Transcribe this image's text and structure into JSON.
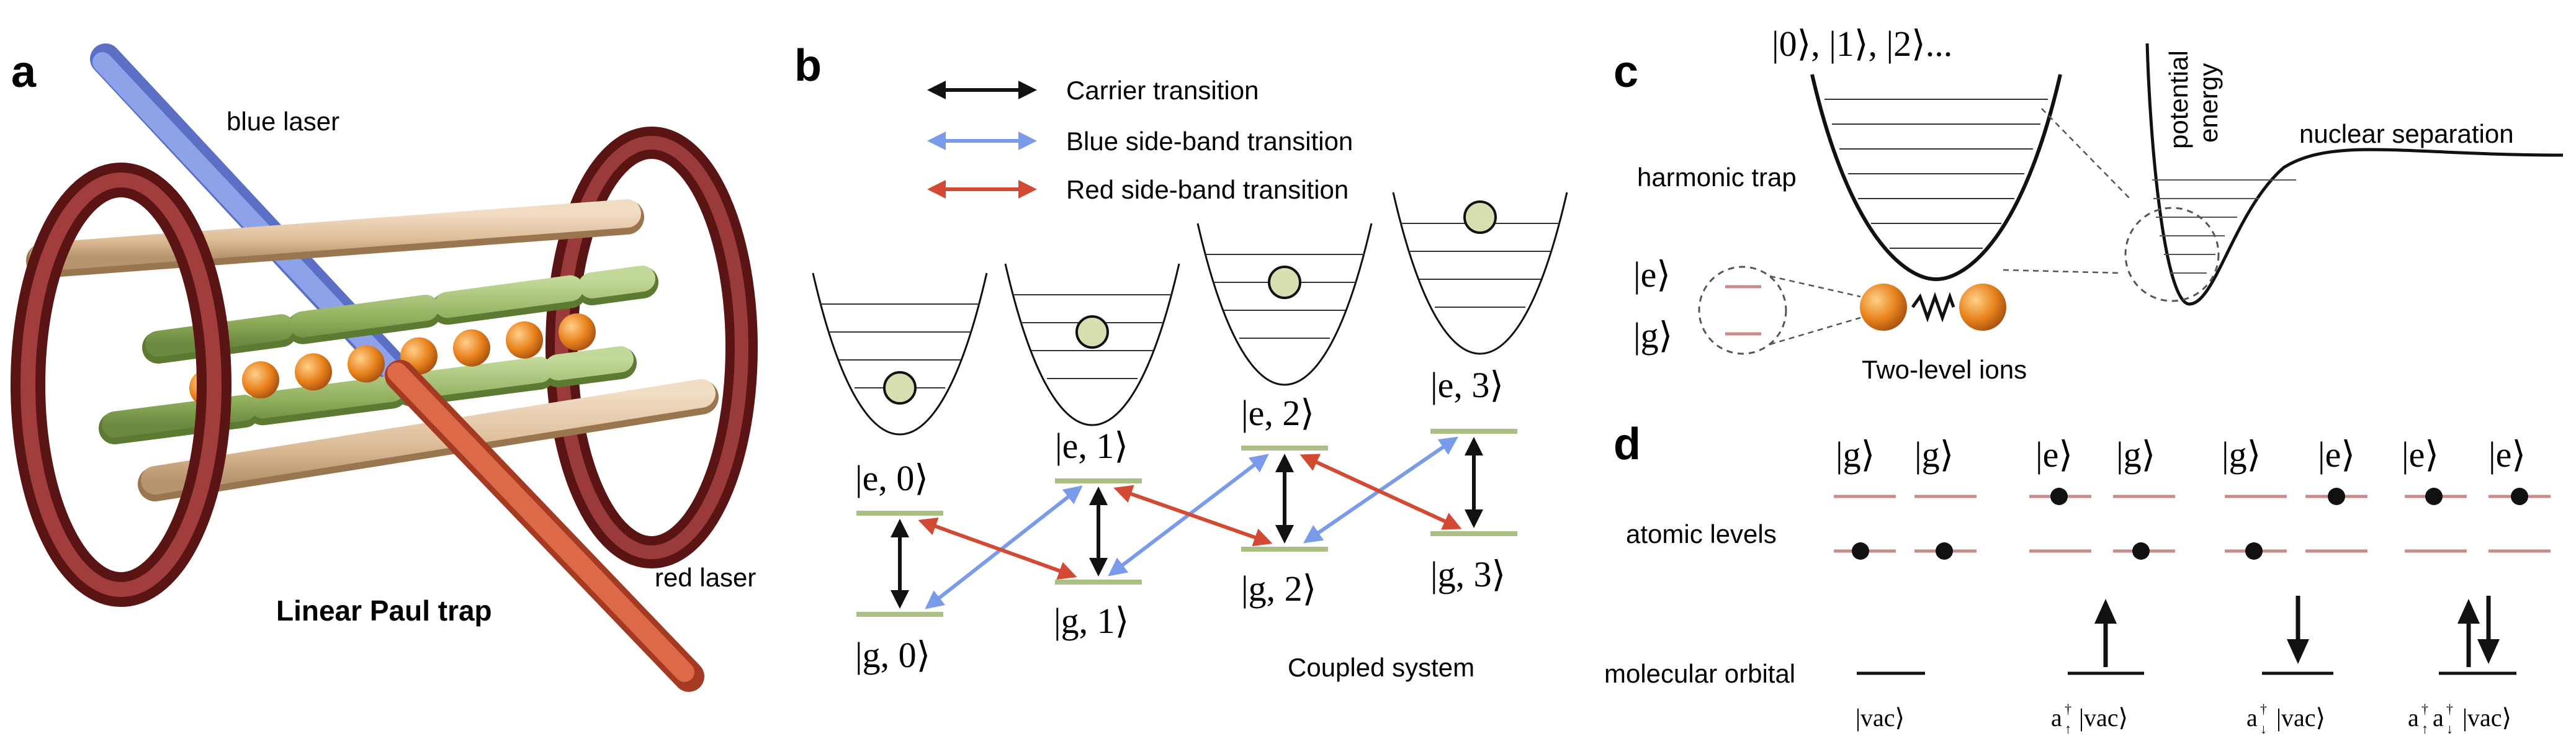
{
  "panels": {
    "a": {
      "letter": "a",
      "blue_laser": "blue laser",
      "red_laser": "red laser",
      "title": "Linear Paul trap"
    },
    "b": {
      "letter": "b",
      "legend": [
        {
          "label": "Carrier transition",
          "color": "#111111"
        },
        {
          "label": "Blue side-band transition",
          "color": "#7a9bea"
        },
        {
          "label": "Red side-band transition",
          "color": "#d24a33"
        }
      ],
      "upper_states": [
        "|e, 0⟩",
        "|e, 1⟩",
        "|e, 2⟩",
        "|e, 3⟩"
      ],
      "lower_states": [
        "|g, 0⟩",
        "|g, 1⟩",
        "|g, 2⟩",
        "|g, 3⟩"
      ],
      "caption": "Coupled system"
    },
    "c": {
      "letter": "c",
      "fock_states": "|0⟩, |1⟩, |2⟩...",
      "harmonic_trap": "harmonic trap",
      "e_level": "|e⟩",
      "g_level": "|g⟩",
      "two_level_ions": "Two-level ions",
      "potential_energy_1": "potential",
      "potential_energy_2": "energy",
      "nuclear_separation": "nuclear separation"
    },
    "d": {
      "letter": "d",
      "atomic_levels": "atomic levels",
      "molecular_orbital": "molecular orbital",
      "pairs": [
        {
          "left": "|g⟩",
          "right": "|g⟩",
          "state": "|vac⟩",
          "op": "",
          "op_sup": "",
          "op_sub": ""
        },
        {
          "left": "|e⟩",
          "right": "|g⟩",
          "state": "|vac⟩",
          "op": "a",
          "op_sup": "†",
          "op_sub": "↑"
        },
        {
          "left": "|g⟩",
          "right": "|e⟩",
          "state": "|vac⟩",
          "op": "a",
          "op_sup": "†",
          "op_sub": "↓"
        },
        {
          "left": "|e⟩",
          "right": "|e⟩",
          "state": "|vac⟩",
          "op": "a",
          "op_sup": "†",
          "op_sub": "↑"
        }
      ],
      "op4_second": "a",
      "op4_second_sup": "†",
      "op4_second_sub": "↓"
    }
  },
  "colors": {
    "blue_arrow": "#7a9bea",
    "red_arrow": "#d24a33",
    "level_green": "#a9bf84",
    "level_red": "#c98a8a",
    "ion_orange": "#e8821c",
    "ring_dark_red": "#7a1f1f",
    "rod_tan": "#e4c8a8",
    "rod_green": "#9cb86a",
    "blue_laser": "#7c93e0",
    "red_laser": "#d65a3a",
    "ball_fill": "#d6dfb0"
  }
}
